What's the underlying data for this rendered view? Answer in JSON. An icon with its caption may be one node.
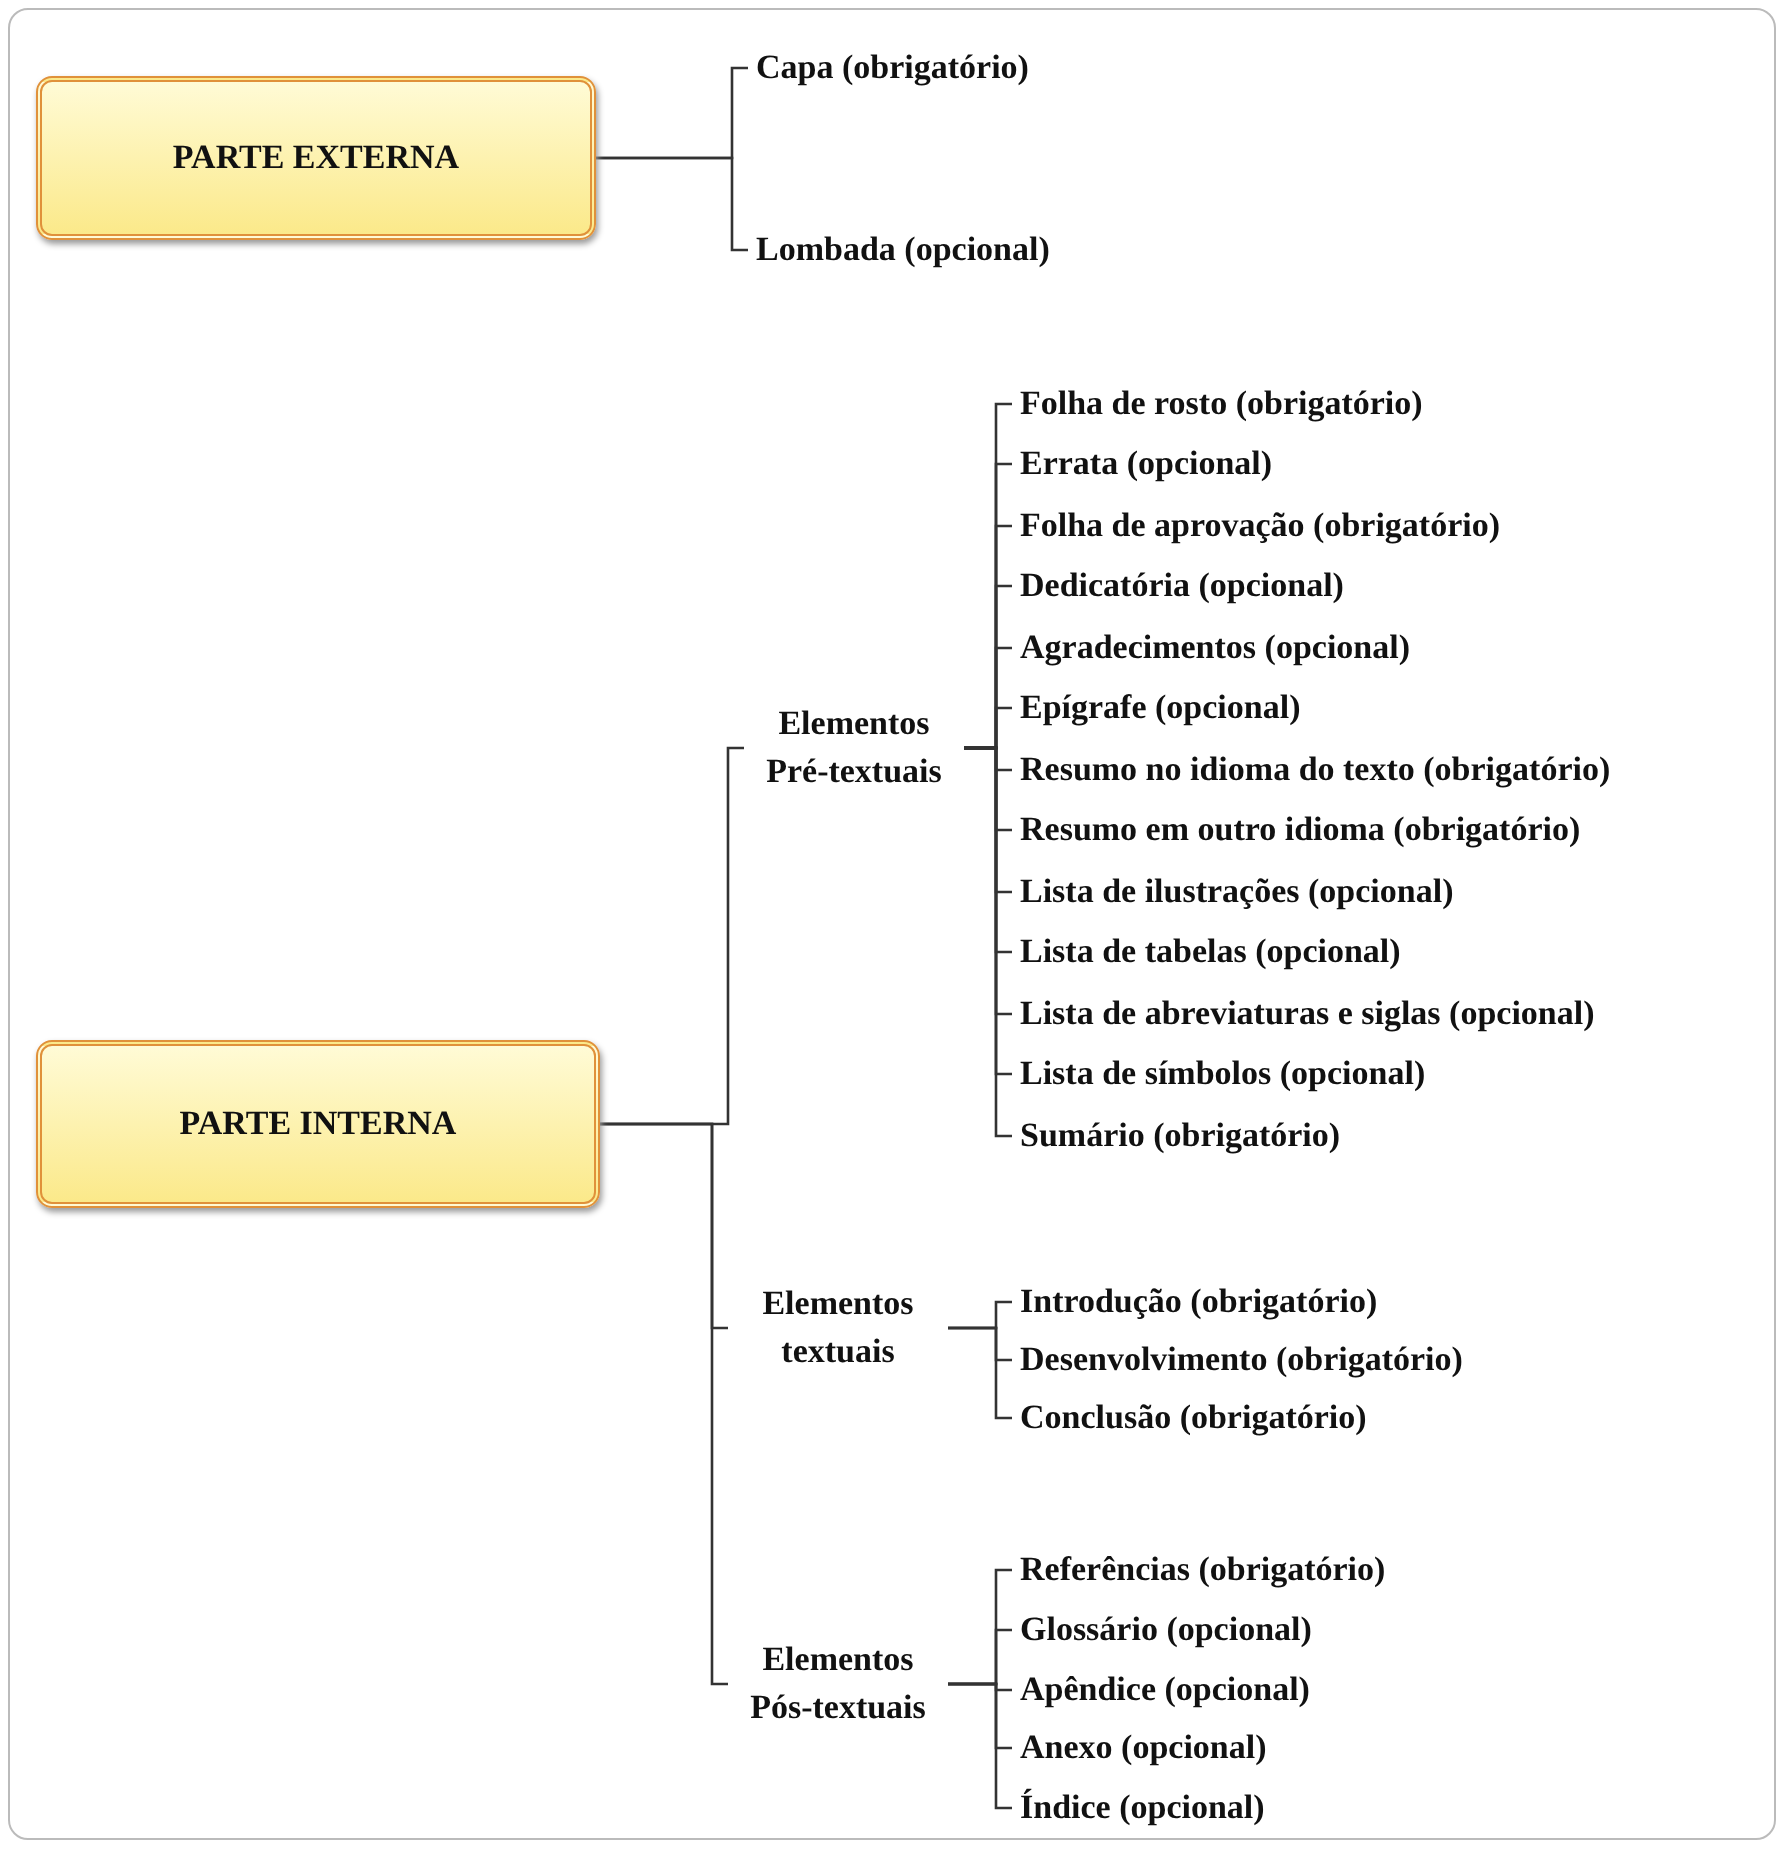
{
  "diagram": {
    "nodes": [
      {
        "text": [
          "PARTE EXTERNA"
        ]
      },
      {
        "text": [
          "Capa (obrigatório)"
        ]
      },
      {
        "text": [
          "Lombada (opcional)"
        ]
      },
      {
        "text": [
          "PARTE INTERNA"
        ]
      },
      {
        "text": [
          "Elementos Pré-textuais"
        ]
      },
      {
        "text": [
          "Folha de rosto (obrigatório)"
        ]
      },
      {
        "text": [
          "Errata (opcional)"
        ]
      },
      {
        "text": [
          "Folha de aprovação (obrigatório)"
        ]
      },
      {
        "text": [
          "Dedicatória (opcional)"
        ]
      },
      {
        "text": [
          "Agradecimentos (opcional)"
        ]
      },
      {
        "text": [
          "Epígrafe (opcional)"
        ]
      },
      {
        "text": [
          "Resumo no idioma do texto (obrigatório)"
        ]
      },
      {
        "text": [
          "Resumo em outro idioma (obrigatório)"
        ]
      },
      {
        "text": [
          "Lista de ilustrações (opcional)"
        ]
      },
      {
        "text": [
          "Lista de tabelas (opcional)"
        ]
      },
      {
        "text": [
          "Lista de abreviaturas e siglas (opcional)"
        ]
      },
      {
        "text": [
          "Lista de símbolos (opcional)"
        ]
      },
      {
        "text": [
          "Sumário (obrigatório)"
        ]
      },
      {
        "text": [
          "Elementos textuais"
        ]
      },
      {
        "text": [
          "Introdução (obrigatório)"
        ]
      },
      {
        "text": [
          "Desenvolvimento (obrigatório)"
        ]
      },
      {
        "text": [
          "Conclusão (obrigatório)"
        ]
      },
      {
        "text": [
          "Elementos Pós-textuais"
        ]
      },
      {
        "text": [
          "Referências (obrigatório)"
        ]
      },
      {
        "text": [
          "Glossário (opcional)"
        ]
      },
      {
        "text": [
          "Apêndice (opcional)"
        ]
      },
      {
        "text": [
          "Anexo (opcional)"
        ]
      },
      {
        "text": [
          "Índice (opcional)"
        ]
      }
    ],
    "edges": [
      {
        "from": 0,
        "to": 1,
        "arrow": "none"
      },
      {
        "from": 0,
        "to": 2,
        "arrow": "none"
      },
      {
        "from": 3,
        "to": 4,
        "arrow": "none"
      },
      {
        "from": 3,
        "to": 18,
        "arrow": "none"
      },
      {
        "from": 3,
        "to": 22,
        "arrow": "none"
      },
      {
        "from": 4,
        "to": 5,
        "arrow": "none"
      },
      {
        "from": 4,
        "to": 6,
        "arrow": "none"
      },
      {
        "from": 4,
        "to": 7,
        "arrow": "none"
      },
      {
        "from": 4,
        "to": 8,
        "arrow": "none"
      },
      {
        "from": 4,
        "to": 9,
        "arrow": "none"
      },
      {
        "from": 4,
        "to": 10,
        "arrow": "none"
      },
      {
        "from": 4,
        "to": 11,
        "arrow": "none"
      },
      {
        "from": 4,
        "to": 12,
        "arrow": "none"
      },
      {
        "from": 4,
        "to": 13,
        "arrow": "none"
      },
      {
        "from": 4,
        "to": 14,
        "arrow": "none"
      },
      {
        "from": 4,
        "to": 15,
        "arrow": "none"
      },
      {
        "from": 4,
        "to": 16,
        "arrow": "none"
      },
      {
        "from": 4,
        "to": 17,
        "arrow": "none"
      },
      {
        "from": 18,
        "to": 19,
        "arrow": "none"
      },
      {
        "from": 18,
        "to": 20,
        "arrow": "none"
      },
      {
        "from": 18,
        "to": 21,
        "arrow": "none"
      },
      {
        "from": 22,
        "to": 23,
        "arrow": "none"
      },
      {
        "from": 22,
        "to": 24,
        "arrow": "none"
      },
      {
        "from": 22,
        "to": 25,
        "arrow": "none"
      },
      {
        "from": 22,
        "to": 26,
        "arrow": "none"
      },
      {
        "from": 22,
        "to": 27,
        "arrow": "none"
      }
    ]
  }
}
